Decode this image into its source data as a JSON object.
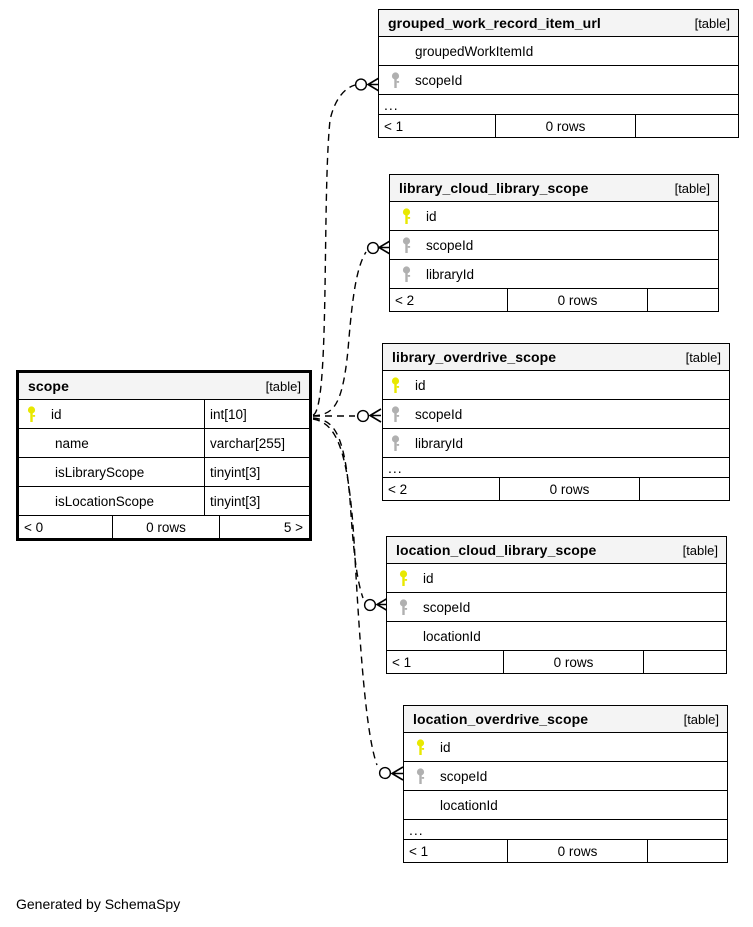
{
  "diagram": {
    "generator_note": "Generated by SchemaSpy",
    "table_tag": "[table]",
    "ellipsis": "...",
    "colors": {
      "primary_key": "#e8e800",
      "foreign_key": "#b0b0b0",
      "header_bg": "#f4f4f4",
      "border": "#000000",
      "background": "#ffffff"
    }
  },
  "tables": [
    {
      "name": "grouped_work_record_item_url",
      "tag": "[table]",
      "focal": false,
      "has_ellipsis": true,
      "columns": [
        {
          "name": "groupedWorkItemId",
          "key": "none",
          "type": ""
        },
        {
          "name": "scopeId",
          "key": "foreign",
          "type": ""
        }
      ],
      "footer": {
        "left": "< 1",
        "middle": "0 rows",
        "right": ""
      }
    },
    {
      "name": "library_cloud_library_scope",
      "tag": "[table]",
      "focal": false,
      "has_ellipsis": false,
      "columns": [
        {
          "name": "id",
          "key": "primary",
          "type": ""
        },
        {
          "name": "scopeId",
          "key": "foreign",
          "type": ""
        },
        {
          "name": "libraryId",
          "key": "foreign",
          "type": ""
        }
      ],
      "footer": {
        "left": "< 2",
        "middle": "0 rows",
        "right": ""
      }
    },
    {
      "name": "library_overdrive_scope",
      "tag": "[table]",
      "focal": false,
      "has_ellipsis": true,
      "columns": [
        {
          "name": "id",
          "key": "primary",
          "type": ""
        },
        {
          "name": "scopeId",
          "key": "foreign",
          "type": ""
        },
        {
          "name": "libraryId",
          "key": "foreign",
          "type": ""
        }
      ],
      "footer": {
        "left": "< 2",
        "middle": "0 rows",
        "right": ""
      }
    },
    {
      "name": "location_cloud_library_scope",
      "tag": "[table]",
      "focal": false,
      "has_ellipsis": false,
      "columns": [
        {
          "name": "id",
          "key": "primary",
          "type": ""
        },
        {
          "name": "scopeId",
          "key": "foreign",
          "type": ""
        },
        {
          "name": "locationId",
          "key": "none",
          "type": ""
        }
      ],
      "footer": {
        "left": "< 1",
        "middle": "0 rows",
        "right": ""
      }
    },
    {
      "name": "location_overdrive_scope",
      "tag": "[table]",
      "focal": false,
      "has_ellipsis": true,
      "columns": [
        {
          "name": "id",
          "key": "primary",
          "type": ""
        },
        {
          "name": "scopeId",
          "key": "foreign",
          "type": ""
        },
        {
          "name": "locationId",
          "key": "none",
          "type": ""
        }
      ],
      "footer": {
        "left": "< 1",
        "middle": "0 rows",
        "right": ""
      }
    },
    {
      "name": "scope",
      "tag": "[table]",
      "focal": true,
      "has_ellipsis": false,
      "columns": [
        {
          "name": "id",
          "key": "primary",
          "type": "int[10]"
        },
        {
          "name": "name",
          "key": "none",
          "type": "varchar[255]"
        },
        {
          "name": "isLibraryScope",
          "key": "none",
          "type": "tinyint[3]"
        },
        {
          "name": "isLocationScope",
          "key": "none",
          "type": "tinyint[3]"
        }
      ],
      "footer": {
        "left": "< 0",
        "middle": "0 rows",
        "right": "5 >"
      }
    }
  ],
  "relationships": [
    {
      "from": "scope.id",
      "to": "grouped_work_record_item_url.scopeId",
      "style": "dashed",
      "cardinality": "zero-or-many"
    },
    {
      "from": "scope.id",
      "to": "library_cloud_library_scope.scopeId",
      "style": "dashed",
      "cardinality": "zero-or-many"
    },
    {
      "from": "scope.id",
      "to": "library_overdrive_scope.scopeId",
      "style": "dashed",
      "cardinality": "zero-or-many"
    },
    {
      "from": "scope.id",
      "to": "location_cloud_library_scope.scopeId",
      "style": "dashed",
      "cardinality": "zero-or-many"
    },
    {
      "from": "scope.id",
      "to": "location_overdrive_scope.scopeId",
      "style": "dashed",
      "cardinality": "zero-or-many"
    }
  ]
}
